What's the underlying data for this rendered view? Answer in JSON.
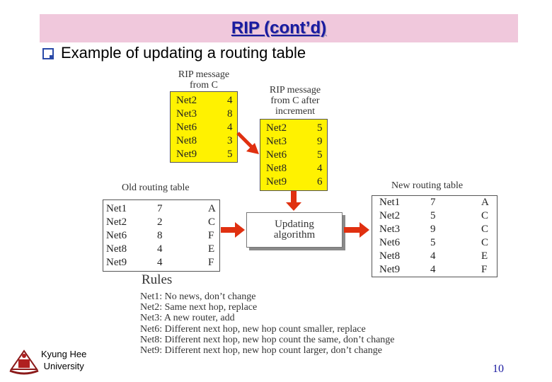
{
  "title": "RIP (cont’d)",
  "subtitle": "Example of updating a routing table",
  "rip_from_c": {
    "caption_line1": "RIP message",
    "caption_line2": "from C",
    "rows": [
      [
        "Net2",
        "4"
      ],
      [
        "Net3",
        "8"
      ],
      [
        "Net6",
        "4"
      ],
      [
        "Net8",
        "3"
      ],
      [
        "Net9",
        "5"
      ]
    ]
  },
  "rip_after": {
    "caption_line1": "RIP message",
    "caption_line2": "from C after",
    "caption_line3": "increment",
    "rows": [
      [
        "Net2",
        "5"
      ],
      [
        "Net3",
        "9"
      ],
      [
        "Net6",
        "5"
      ],
      [
        "Net8",
        "4"
      ],
      [
        "Net9",
        "6"
      ]
    ]
  },
  "old_table": {
    "caption": "Old routing table",
    "rows": [
      [
        "Net1",
        "7",
        "A"
      ],
      [
        "Net2",
        "2",
        "C"
      ],
      [
        "Net6",
        "8",
        "F"
      ],
      [
        "Net8",
        "4",
        "E"
      ],
      [
        "Net9",
        "4",
        "F"
      ]
    ]
  },
  "new_table": {
    "caption": "New routing table",
    "rows": [
      [
        "Net1",
        "7",
        "A"
      ],
      [
        "Net2",
        "5",
        "C"
      ],
      [
        "Net3",
        "9",
        "C"
      ],
      [
        "Net6",
        "5",
        "C"
      ],
      [
        "Net8",
        "4",
        "E"
      ],
      [
        "Net9",
        "4",
        "F"
      ]
    ]
  },
  "algorithm": {
    "line1": "Updating",
    "line2": "algorithm"
  },
  "rules": {
    "heading": "Rules",
    "items": [
      "Net1: No news, don’t change",
      "Net2: Same next hop, replace",
      "Net3: A new router, add",
      "Net6: Different next hop, new hop count smaller, replace",
      "Net8: Different next hop, new hop count the same, don’t change",
      "Net9: Different next hop, new hop count larger, don’t change"
    ]
  },
  "footer": {
    "university_line1": "Kyung Hee",
    "university_line2": "University",
    "page_number": "10"
  },
  "colors": {
    "title_bar": "#f0c8dc",
    "title_text": "#1a1aa0",
    "message_box": "#fff200",
    "arrow": "#e03010"
  }
}
